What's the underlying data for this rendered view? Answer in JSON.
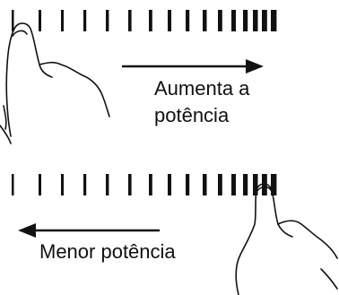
{
  "diagram": {
    "top": {
      "label_line1": "Aumenta a",
      "label_line2": "potência",
      "arrow_direction": "right"
    },
    "bottom": {
      "label": "Menor potência",
      "arrow_direction": "left"
    },
    "colors": {
      "ink": "#111111",
      "background": "#ffffff"
    },
    "icons": [
      "finger-icon",
      "arrow-right-icon",
      "arrow-left-icon",
      "power-scale-icon"
    ]
  }
}
